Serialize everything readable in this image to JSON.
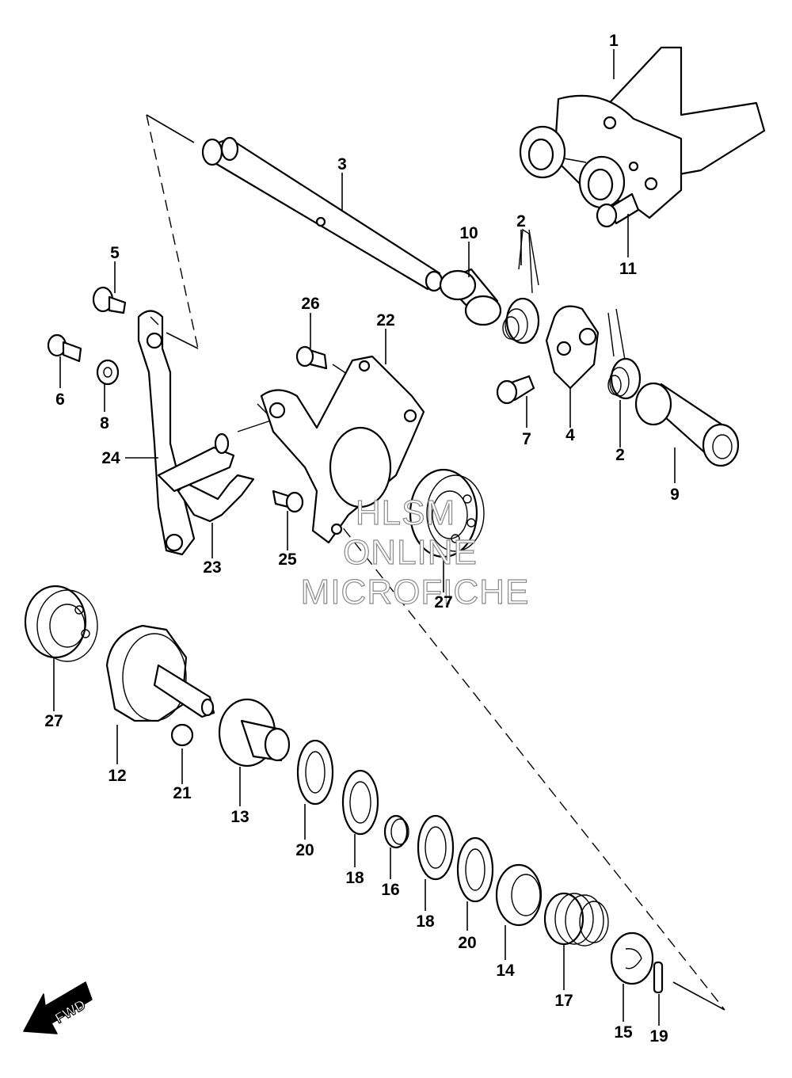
{
  "diagram": {
    "direction_label": "FWD",
    "watermark": [
      "HLSM",
      "ONLINE",
      "MICROFICHE"
    ],
    "callouts": {
      "c1": "1",
      "c2a": "2",
      "c2b": "2",
      "c3": "3",
      "c4": "4",
      "c5": "5",
      "c6": "6",
      "c7": "7",
      "c8": "8",
      "c9": "9",
      "c10": "10",
      "c11": "11",
      "c12": "12",
      "c13": "13",
      "c14": "14",
      "c15": "15",
      "c16": "16",
      "c17": "17",
      "c18a": "18",
      "c18b": "18",
      "c19": "19",
      "c20a": "20",
      "c20b": "20",
      "c21": "21",
      "c22": "22",
      "c23": "23",
      "c24": "24",
      "c25": "25",
      "c26": "26",
      "c27a": "27",
      "c27b": "27"
    }
  }
}
